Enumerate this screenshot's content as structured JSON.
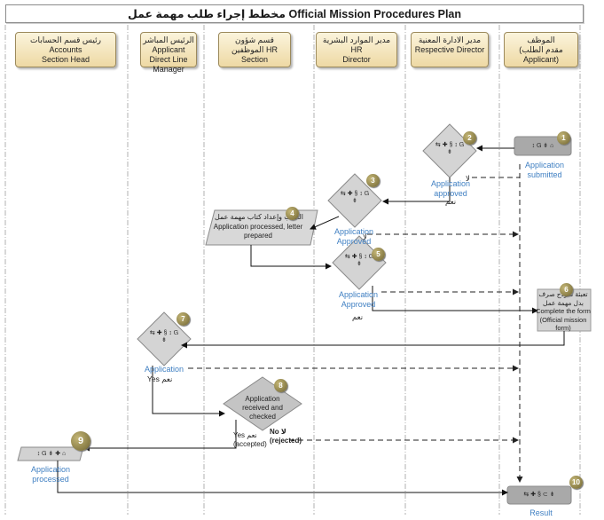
{
  "title": "مخطط إجراء طلب مهمة عمل Official Mission Procedures Plan",
  "lanes": [
    {
      "ar": "رئيس قسم الحسابات Accounts",
      "en": "Section Head"
    },
    {
      "ar": "الرئيس المباشر",
      "en": "Applicant Direct Line Manager"
    },
    {
      "ar": "قسم شؤون الموظفين HR",
      "en": "Section"
    },
    {
      "ar": "مدير الموارد البشرية HR",
      "en": "Director"
    },
    {
      "ar": "مدير الادارة المعنية",
      "en": "Respective Director"
    },
    {
      "ar": "الموظف",
      "en": "(مقدم الطلب Applicant)"
    }
  ],
  "steps": {
    "s1": {
      "num": "1",
      "glyph": "↕ Ꮐ ⇟ ⌂",
      "label": "Application submitted"
    },
    "s2": {
      "num": "2",
      "glyph": "⇆ ✚ §  ↕ Ꮐ ⇟",
      "label": "Application approved",
      "yes": "نعم",
      "no": "لا"
    },
    "s3": {
      "num": "3",
      "glyph": "⇆ ✚ §  ↕ Ꮐ ⇟",
      "label": "Application Approved",
      "no": "لا"
    },
    "s4": {
      "num": "4",
      "text_ar": "الطلب وإعداد كتاب مهمة عمل",
      "text_en": "Application processed, letter prepared"
    },
    "s5": {
      "num": "5",
      "glyph": "⇆ ✚ §  ↕ Ꮐ ⇟",
      "label": "Application Approved",
      "yes": "نعم"
    },
    "s6": {
      "num": "6",
      "text": "تعبئة نموذج صرف بدل مهمة عمل Complete the form (Official mission form)"
    },
    "s7": {
      "num": "7",
      "glyph": "⇆ ✚ §  ↕ Ꮐ ⇟",
      "label": "Application",
      "yes": "Yes نعم"
    },
    "s8": {
      "num": "8",
      "text": "Application received and checked",
      "yes": "Yes نعم (accepted)",
      "no": "No لا (rejected)"
    },
    "s9": {
      "num": "9",
      "glyph": "↕ Ꮐ ⇟ ✚ ⌂",
      "label": "Application processed"
    },
    "s10": {
      "num": "10",
      "glyph": "⇆ ✚ §  ⊂ ⇟",
      "label": "Result"
    }
  }
}
